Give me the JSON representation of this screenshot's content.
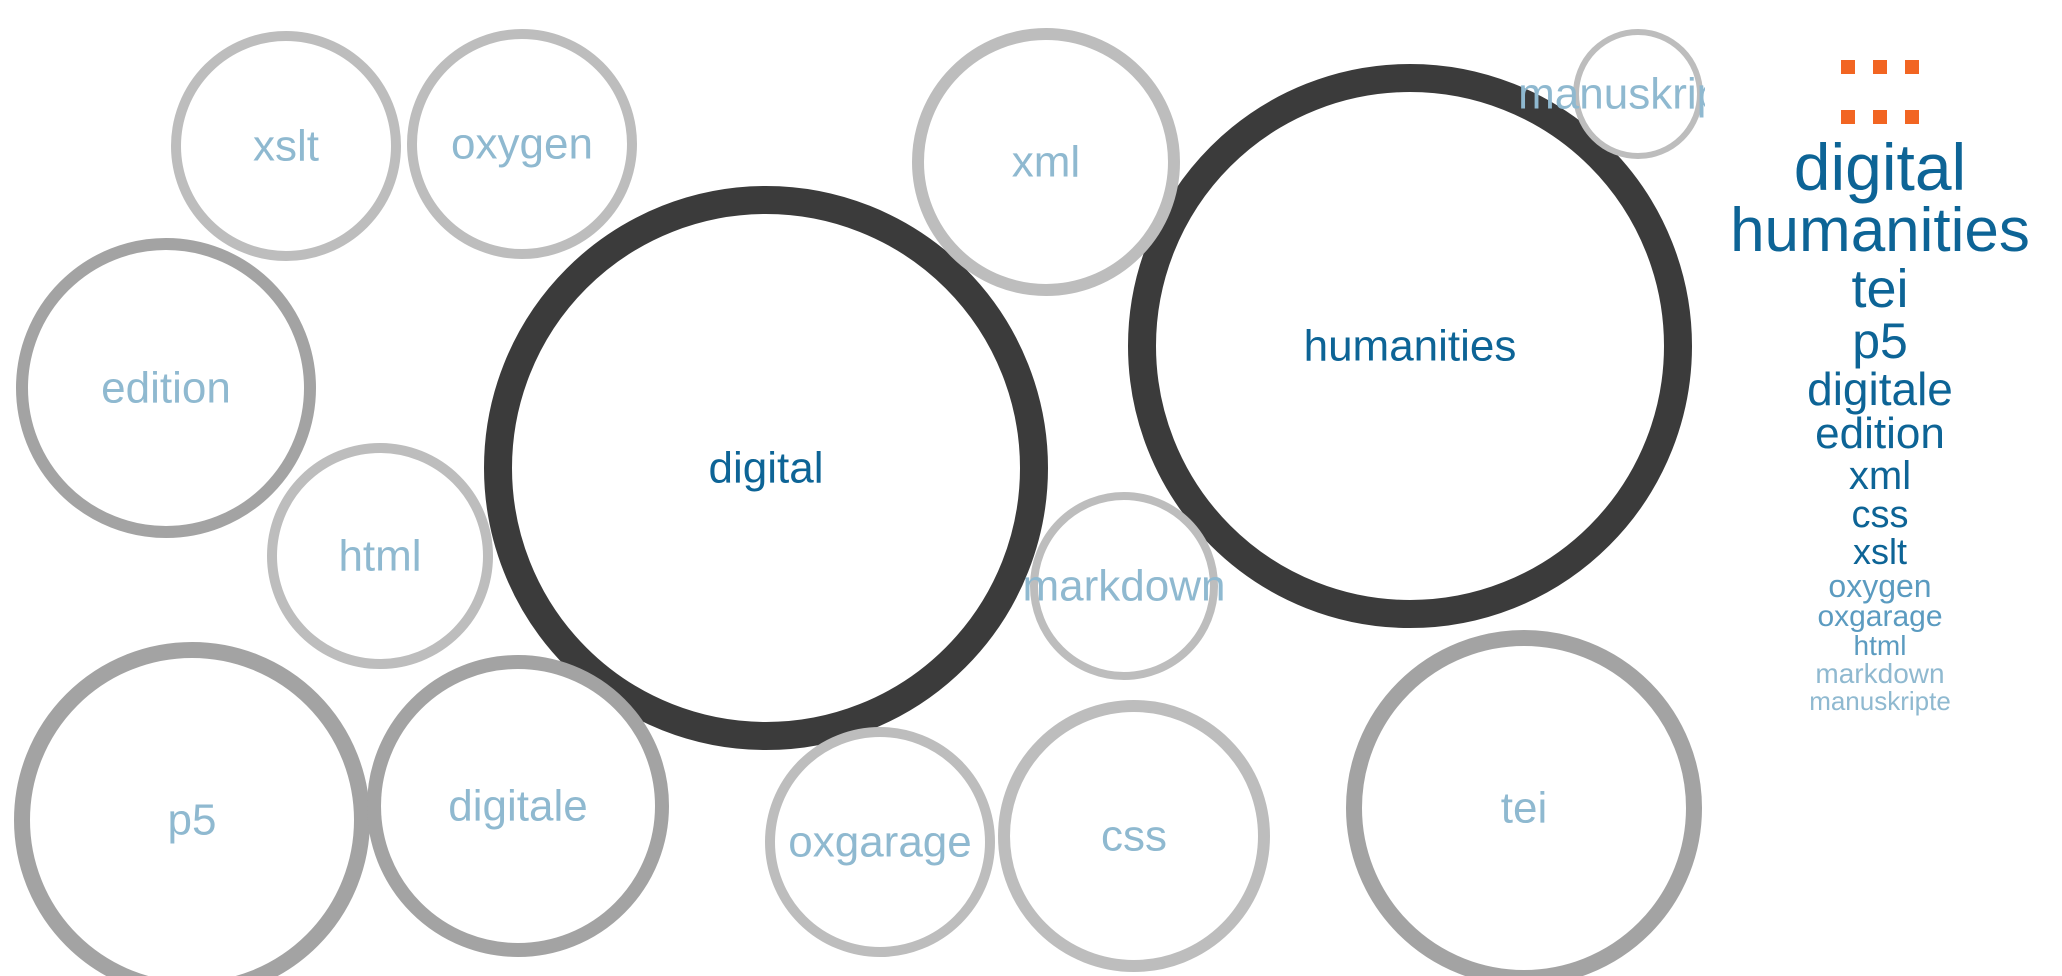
{
  "colors": {
    "accent": "#f26522",
    "dark_text": "#0d6496",
    "light_text": "#8fb9d0",
    "ring_dark": "#3b3b3b",
    "ring_mid": "#a3a3a3",
    "ring_light": "#bdbdbd"
  },
  "bubbles": [
    {
      "label": "digital",
      "emphasis": "strong"
    },
    {
      "label": "humanities",
      "emphasis": "strong"
    },
    {
      "label": "xslt",
      "emphasis": "light"
    },
    {
      "label": "oxygen",
      "emphasis": "light"
    },
    {
      "label": "xml",
      "emphasis": "light"
    },
    {
      "label": "manuskripte",
      "emphasis": "light"
    },
    {
      "label": "edition",
      "emphasis": "medium"
    },
    {
      "label": "html",
      "emphasis": "light"
    },
    {
      "label": "markdown",
      "emphasis": "light"
    },
    {
      "label": "p5",
      "emphasis": "medium"
    },
    {
      "label": "digitale",
      "emphasis": "medium"
    },
    {
      "label": "oxgarage",
      "emphasis": "light"
    },
    {
      "label": "css",
      "emphasis": "light"
    },
    {
      "label": "tei",
      "emphasis": "medium"
    }
  ],
  "word_list": {
    "dots_rows": 2,
    "items": [
      {
        "label": "digital",
        "rank": 1
      },
      {
        "label": "humanities",
        "rank": 2
      },
      {
        "label": "tei",
        "rank": 3
      },
      {
        "label": "p5",
        "rank": 4
      },
      {
        "label": "digitale",
        "rank": 5
      },
      {
        "label": "edition",
        "rank": 6
      },
      {
        "label": "xml",
        "rank": 7
      },
      {
        "label": "css",
        "rank": 8
      },
      {
        "label": "xslt",
        "rank": 9
      },
      {
        "label": "oxygen",
        "rank": 10
      },
      {
        "label": "oxgarage",
        "rank": 11
      },
      {
        "label": "html",
        "rank": 12
      },
      {
        "label": "markdown",
        "rank": 13
      },
      {
        "label": "manuskripte",
        "rank": 14
      }
    ]
  }
}
